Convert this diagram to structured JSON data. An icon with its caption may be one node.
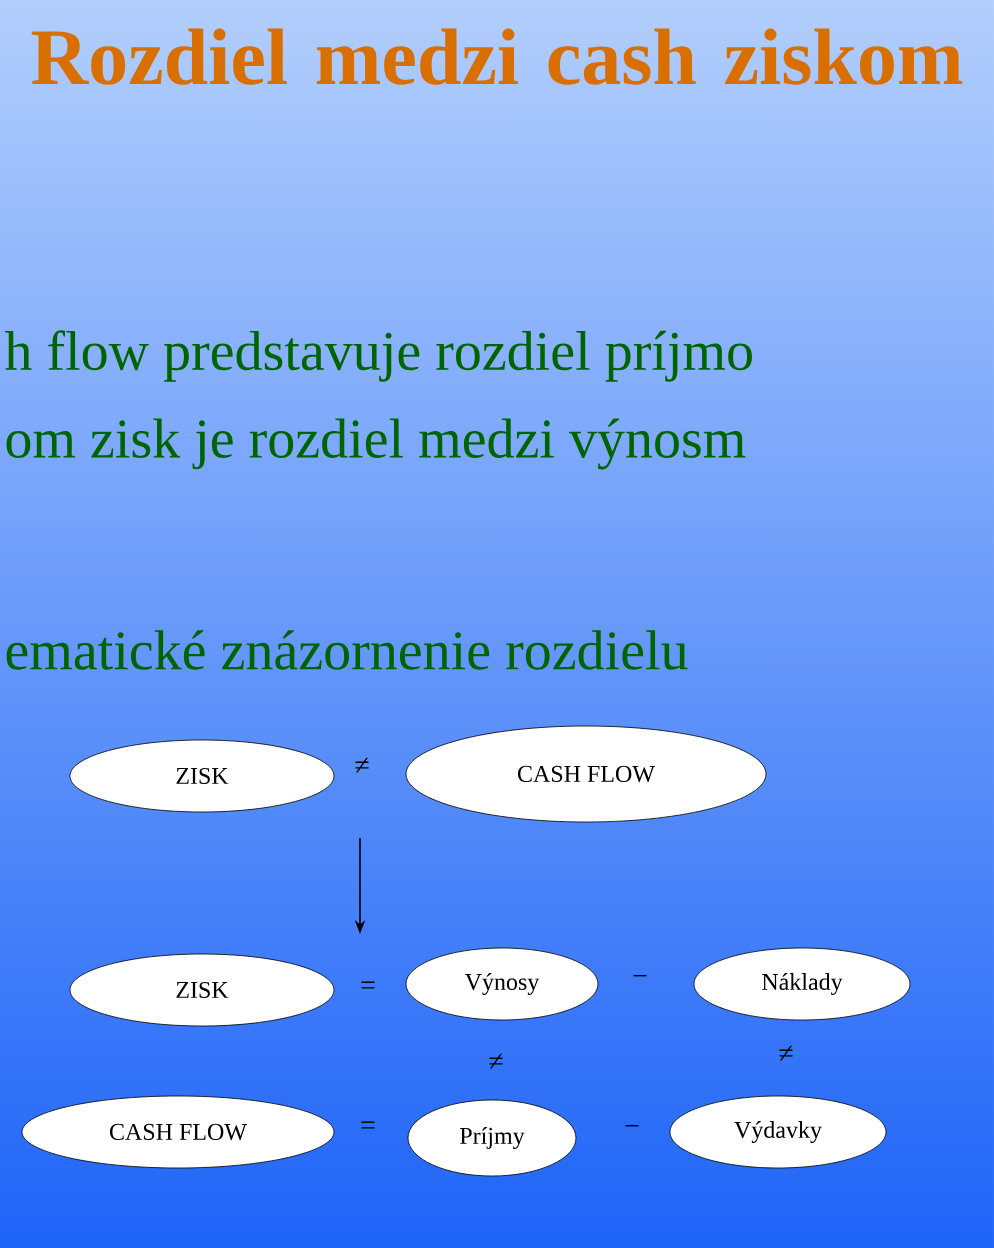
{
  "diagram": {
    "title": "Rozdiel medzi cash ziskom",
    "nodes": [
      {
        "text": [
          "ZISK"
        ]
      },
      {
        "text": [
          "CASH FLOW"
        ]
      },
      {
        "text": [
          "ZISK"
        ]
      },
      {
        "text": [
          "Výnosy"
        ]
      },
      {
        "text": [
          "Náklady"
        ]
      },
      {
        "text": [
          "CASH FLOW"
        ]
      },
      {
        "text": [
          "Príjmy"
        ]
      },
      {
        "text": [
          "Výdavky"
        ]
      }
    ],
    "labels": [
      "h flow predstavuje rozdiel príjmo",
      "om zisk je rozdiel medzi výnosm",
      "ematické znázornenie rozdielu",
      "≠",
      "=",
      "−",
      "≠",
      "≠",
      "=",
      "−"
    ]
  }
}
